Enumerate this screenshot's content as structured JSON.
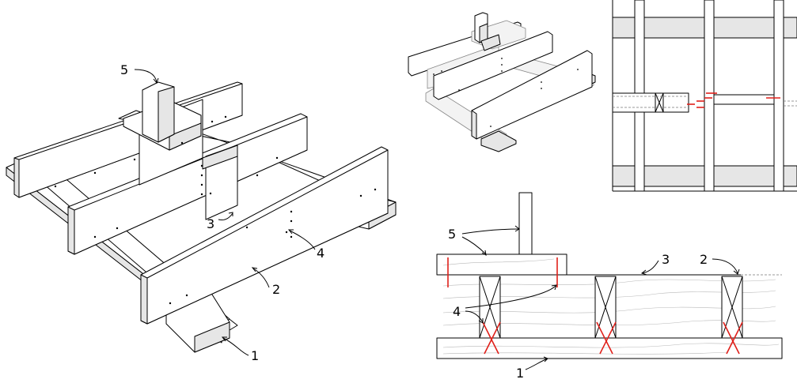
{
  "callouts": {
    "main_1": "1",
    "main_2": "2",
    "main_3": "3",
    "main_4": "4",
    "main_5": "5",
    "sec_1": "1",
    "sec_2": "2",
    "sec_3": "3",
    "sec_4": "4",
    "sec_5": "5"
  },
  "colors": {
    "timber": "#ffffff",
    "timber_shade": "#e6e6e6",
    "fastener_marks": "#e0201a",
    "outline": "#000000"
  }
}
